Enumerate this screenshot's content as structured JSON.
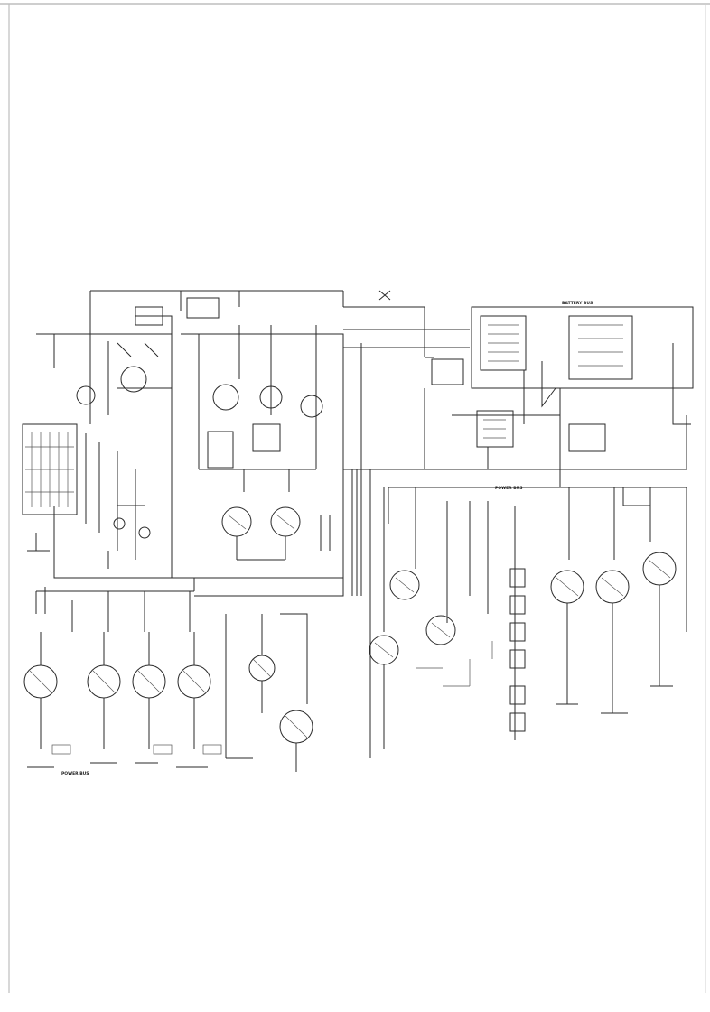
{
  "diagram": {
    "block_labels": {
      "battery_bus": "BATTERY BUS",
      "power_bus_center": "POWER BUS",
      "power_bus_left": "POWER BUS"
    }
  },
  "title_block": {
    "line1": "",
    "line2": "",
    "line3": "",
    "line4": ""
  }
}
